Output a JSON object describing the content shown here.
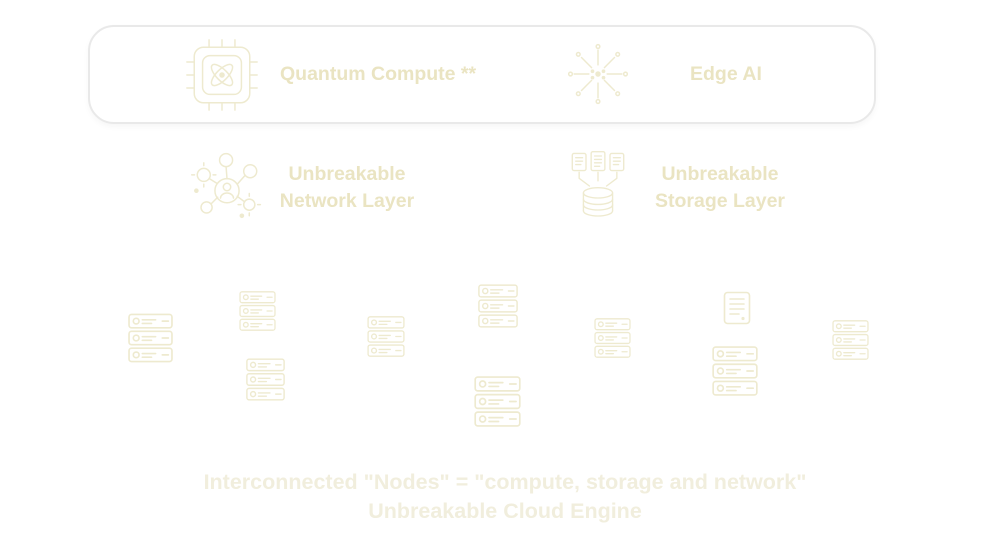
{
  "colors": {
    "pale_text": "#eae4c2",
    "pale_icon": "#eeeacf",
    "caption_text": "#f1eedd",
    "box_border": "#e9e9e9",
    "background": "#ffffff"
  },
  "top_box": {
    "quantum_label": "Quantum Compute **",
    "quantum_icon": "quantum-chip-atom-icon",
    "edge_label": "Edge AI",
    "edge_icon": "edge-ai-burst-icon"
  },
  "layers": {
    "network": {
      "line1": "Unbreakable",
      "line2": "Network Layer",
      "icon": "connected-network-users-icon"
    },
    "storage": {
      "line1": "Unbreakable",
      "line2": "Storage Layer",
      "icon": "documents-to-database-icon"
    }
  },
  "cluster": {
    "icon": "server-rack-icon",
    "count": 10
  },
  "caption": {
    "line1": "Interconnected \"Nodes\" = \"compute, storage and network\"",
    "line2": "Unbreakable Cloud Engine"
  }
}
